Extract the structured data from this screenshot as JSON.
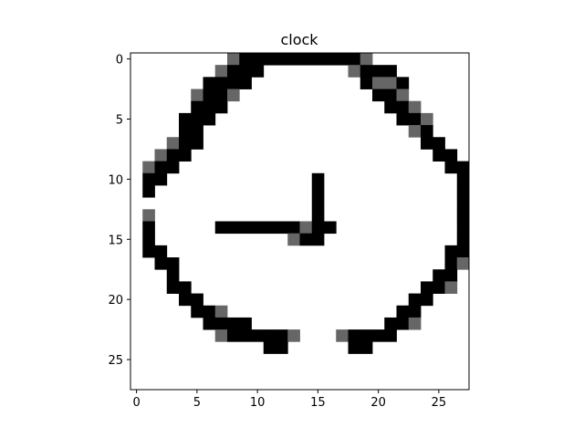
{
  "chart_data": {
    "type": "heatmap",
    "title": "clock",
    "xlabel": "",
    "ylabel": "",
    "grid": false,
    "width_cells": 28,
    "height_cells": 28,
    "xlim": [
      -0.5,
      27.5
    ],
    "ylim": [
      27.5,
      -0.5
    ],
    "x_ticks": [
      0,
      5,
      10,
      15,
      20,
      25
    ],
    "y_ticks": [
      0,
      5,
      10,
      15,
      20,
      25
    ],
    "colormap": {
      "0": "#ffffff",
      "1": "#666666",
      "2": "#000000"
    },
    "rows": [
      "0000000012222222222100000000",
      "0000000122200000001222000000",
      "0000002222000000000211200000",
      "0000012210000000000022100000",
      "0000022200000000000002210000",
      "0000222000000000000000221000",
      "0000220000000000000000012000",
      "0001220000000000000000002200",
      "0012200000000000000000000220",
      "0122000000000000000000000022",
      "0220000000000002000000000002",
      "0200000000000002000000000002",
      "0000000000000002000000000002",
      "0100000000000002000000000002",
      "0200000222222212200000000002",
      "0200000000000122000000000002",
      "0220000000000000000000000022",
      "0022000000000000000000000021",
      "0002000000000000000000000220",
      "0002200000000000000000002210",
      "0000220000000000000000022000",
      "0000022100000000000000220000",
      "0000002222000000000002210000",
      "0000000122222100012222000000",
      "0000000000022000002200000000",
      "0000000000000000000000000000",
      "0000000000000000000000000000",
      "0000000000000000000000000000"
    ]
  }
}
